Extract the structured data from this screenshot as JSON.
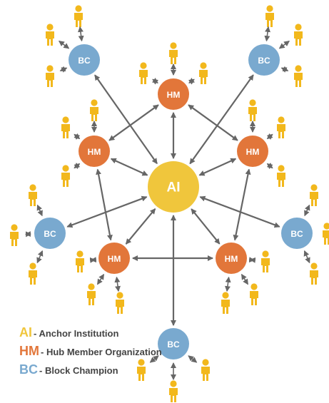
{
  "colors": {
    "ai": "#F0C63C",
    "hm": "#E2763A",
    "bc": "#79A9CF",
    "person": "#F2B81C",
    "arrow": "#666666",
    "legend_text": "#444444"
  },
  "nodes": {
    "ai": {
      "label": "AI"
    },
    "hm_top": {
      "label": "HM"
    },
    "hm_upper_left": {
      "label": "HM"
    },
    "hm_upper_right": {
      "label": "HM"
    },
    "hm_lower_left": {
      "label": "HM"
    },
    "hm_lower_right": {
      "label": "HM"
    },
    "bc_top_left": {
      "label": "BC"
    },
    "bc_top_right": {
      "label": "BC"
    },
    "bc_left": {
      "label": "BC"
    },
    "bc_right": {
      "label": "BC"
    },
    "bc_bottom": {
      "label": "BC"
    }
  },
  "legend": [
    {
      "abbr": "AI",
      "text": " - Anchor Institution",
      "color_key": "ai"
    },
    {
      "abbr": "HM",
      "text": " - Hub Member Organization",
      "color_key": "hm"
    },
    {
      "abbr": "BC",
      "text": " - Block Champion",
      "color_key": "bc"
    }
  ],
  "icons": {
    "person": "person-icon"
  }
}
